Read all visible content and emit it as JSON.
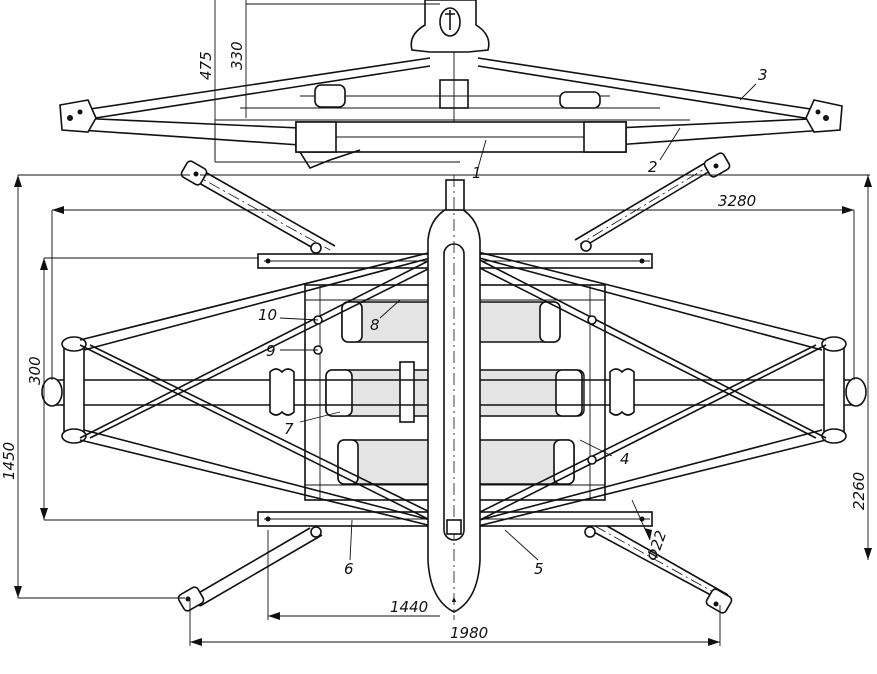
{
  "drawing": {
    "dimensions": {
      "d475": "475",
      "d330": "330",
      "d3280": "3280",
      "d300": "300",
      "d1450": "1450",
      "d2260": "2260",
      "d1440": "1440",
      "d1980": "1980",
      "d22": "Φ22"
    },
    "callouts": {
      "c1": "1",
      "c2": "2",
      "c3": "3",
      "c4": "4",
      "c5": "5",
      "c6": "6",
      "c7": "7",
      "c8": "8",
      "c9": "9",
      "c10": "10"
    }
  }
}
